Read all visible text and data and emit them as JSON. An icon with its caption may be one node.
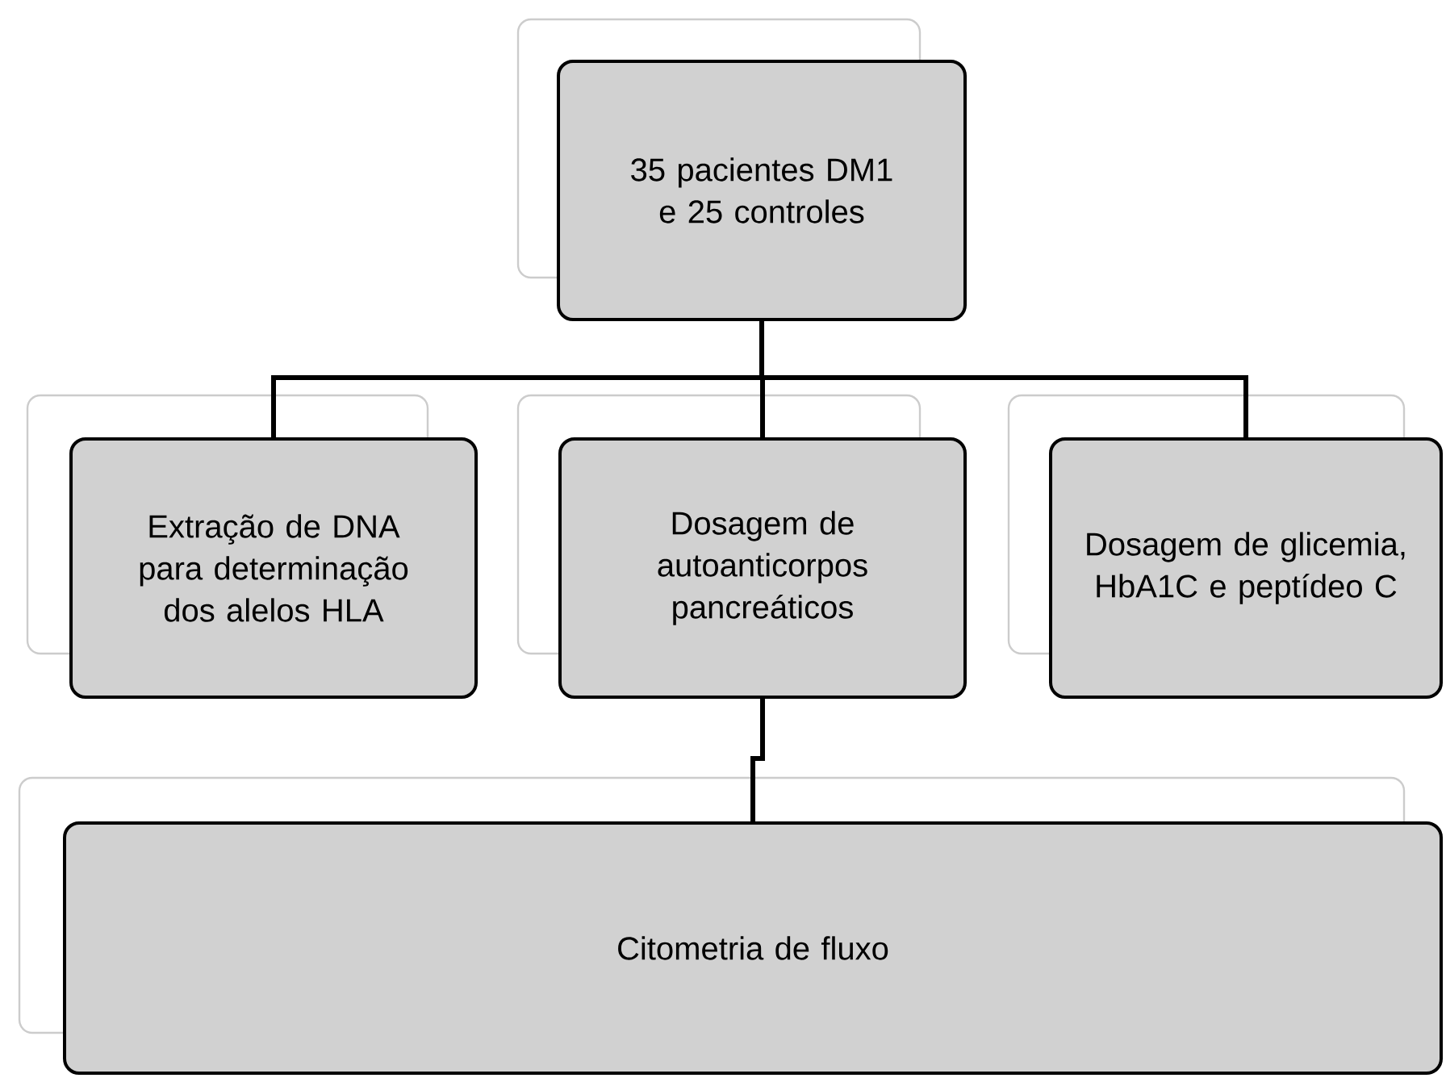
{
  "diagram": {
    "nodes": [
      {
        "text": [
          "35 pacientes DM1 e 25 controles"
        ]
      },
      {
        "text": [
          "Extração de DNA para determinação dos alelos  HLA"
        ]
      },
      {
        "text": [
          "Dosagem de autoanticorpos pancreáticos"
        ]
      },
      {
        "text": [
          "Dosagem de glicemia, HbA1C e peptídeo C"
        ]
      },
      {
        "text": [
          "Citometria de fluxo"
        ]
      }
    ],
    "edges": [
      {
        "from": 0,
        "to": 1,
        "arrow": "none"
      },
      {
        "from": 0,
        "to": 2,
        "arrow": "none"
      },
      {
        "from": 0,
        "to": 3,
        "arrow": "none"
      },
      {
        "from": 2,
        "to": 4,
        "arrow": "none"
      }
    ]
  }
}
